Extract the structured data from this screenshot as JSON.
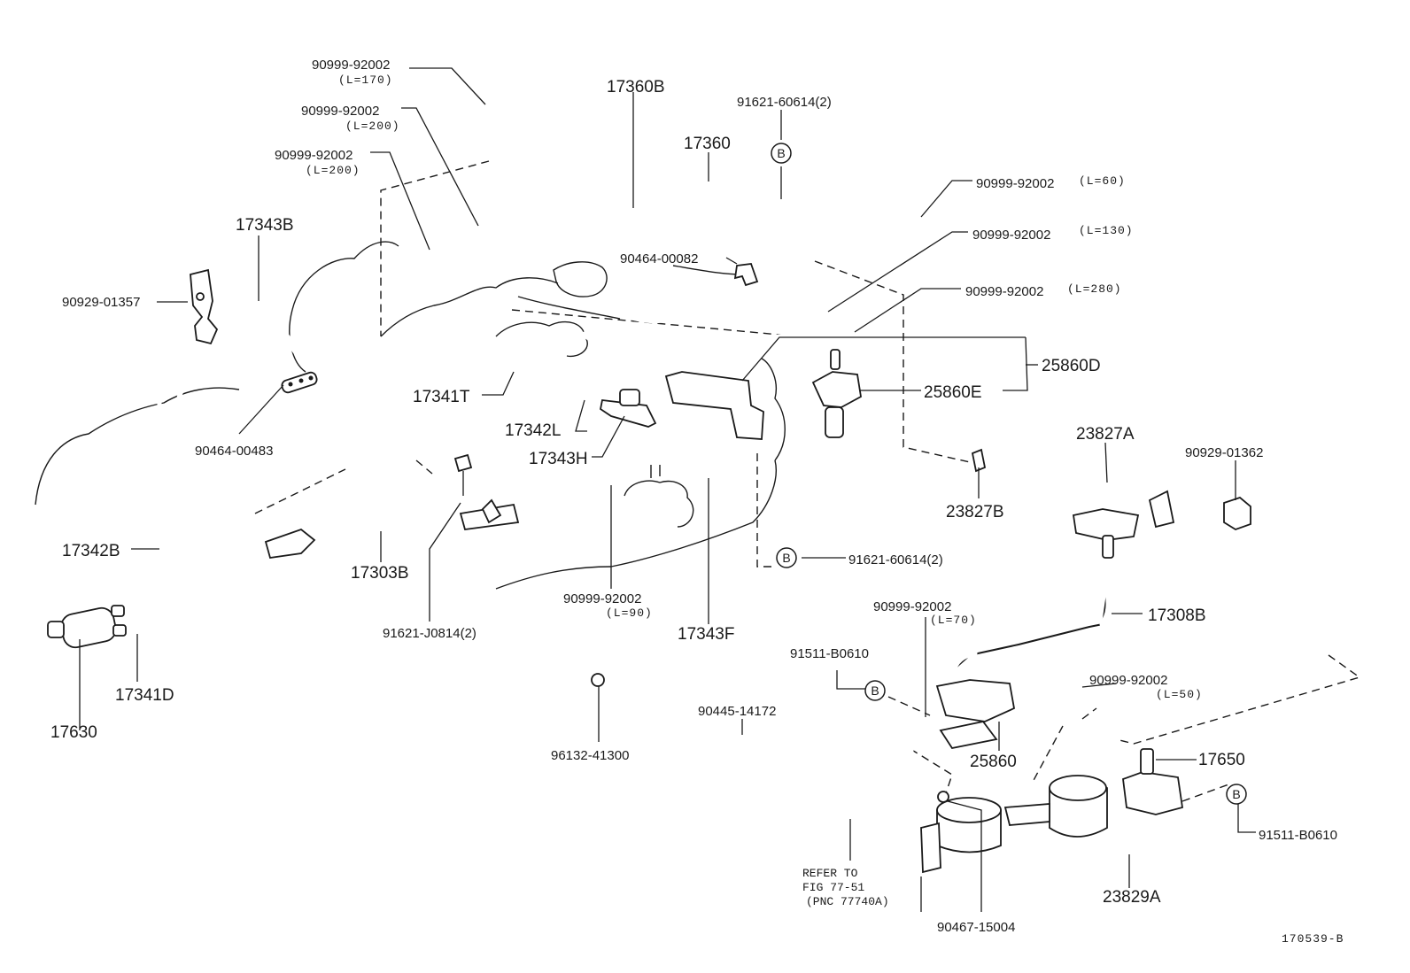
{
  "figure_id": "170539-B",
  "circle_marker": "B",
  "labels": {
    "p_17360B": "17360B",
    "p_17360": "17360",
    "p_91621_60614_top": "91621-60614(2)",
    "p_90999_170": "90999-92002",
    "p_90999_170_len": "(L=170)",
    "p_90999_200a": "90999-92002",
    "p_90999_200a_len": "(L=200)",
    "p_90999_200b": "90999-92002",
    "p_90999_200b_len": "(L=200)",
    "p_17343B": "17343B",
    "p_90929_01357": "90929-01357",
    "p_90999_60": "90999-92002",
    "p_90999_60_len": "(L=60)",
    "p_90999_130": "90999-92002",
    "p_90999_130_len": "(L=130)",
    "p_90999_280": "90999-92002",
    "p_90999_280_len": "(L=280)",
    "p_90464_00082": "90464-00082",
    "p_25860D": "25860D",
    "p_25860E": "25860E",
    "p_17341T": "17341T",
    "p_17342L": "17342L",
    "p_17343H": "17343H",
    "p_90464_00483": "90464-00483",
    "p_23827A": "23827A",
    "p_90929_01362": "90929-01362",
    "p_23827B": "23827B",
    "p_91621_60614_mid": "91621-60614(2)",
    "p_17342B": "17342B",
    "p_17303B": "17303B",
    "p_90999_90": "90999-92002",
    "p_90999_90_len": "(L=90)",
    "p_91621_J0814": "91621-J0814(2)",
    "p_17343F": "17343F",
    "p_90999_70": "90999-92002",
    "p_90999_70_len": "(L=70)",
    "p_17308B": "17308B",
    "p_91511_B0610_a": "91511-B0610",
    "p_90999_50": "90999-92002",
    "p_90999_50_len": "(L=50)",
    "p_17630": "17630",
    "p_17341D": "17341D",
    "p_90445_14172": "90445-14172",
    "p_96132_41300": "96132-41300",
    "p_25860": "25860",
    "p_17650": "17650",
    "p_91511_B0610_b": "91511-B0610",
    "p_refer_1": "REFER TO",
    "p_refer_2": "FIG 77-51",
    "p_refer_3": "(PNC 77740A)",
    "p_23829A": "23829A",
    "p_90467_15004": "90467-15004"
  }
}
